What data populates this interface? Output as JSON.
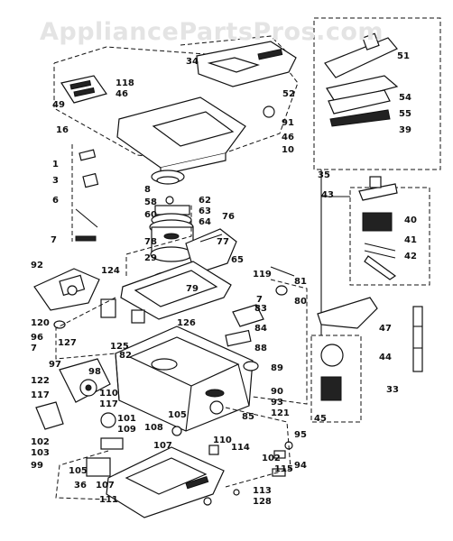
{
  "watermark": "AppliancePartsPros.com",
  "part_labels": {
    "p1": "1",
    "p3": "3",
    "p6": "6",
    "p7a": "7",
    "p7b": "7",
    "p7c": "7",
    "p8": "8",
    "p10": "10",
    "p16": "16",
    "p29": "29",
    "p33": "33",
    "p34": "34",
    "p35": "35",
    "p36": "36",
    "p39": "39",
    "p40": "40",
    "p41": "41",
    "p42": "42",
    "p43": "43",
    "p44": "44",
    "p45": "45",
    "p46a": "46",
    "p46b": "46",
    "p47": "47",
    "p49": "49",
    "p51": "51",
    "p52": "52",
    "p54": "54",
    "p55": "55",
    "p58": "58",
    "p60": "60",
    "p62": "62",
    "p63": "63",
    "p64": "64",
    "p65": "65",
    "p76": "76",
    "p77": "77",
    "p78": "78",
    "p79": "79",
    "p80": "80",
    "p81": "81",
    "p82": "82",
    "p83": "83",
    "p84": "84",
    "p85": "85",
    "p88": "88",
    "p89": "89",
    "p90": "90",
    "p91": "91",
    "p92": "92",
    "p93": "93",
    "p94": "94",
    "p95": "95",
    "p96": "96",
    "p97": "97",
    "p98": "98",
    "p99": "99",
    "p101": "101",
    "p102a": "102",
    "p102b": "102",
    "p103": "103",
    "p105a": "105",
    "p105b": "105",
    "p107a": "107",
    "p107b": "107",
    "p108": "108",
    "p109": "109",
    "p110a": "110",
    "p110b": "110",
    "p111": "111",
    "p113": "113",
    "p114": "114",
    "p115": "115",
    "p117a": "117",
    "p117b": "117",
    "p118": "118",
    "p119": "119",
    "p120": "120",
    "p121": "121",
    "p122": "122",
    "p124": "124",
    "p125": "125",
    "p126": "126",
    "p127": "127",
    "p128": "128"
  }
}
